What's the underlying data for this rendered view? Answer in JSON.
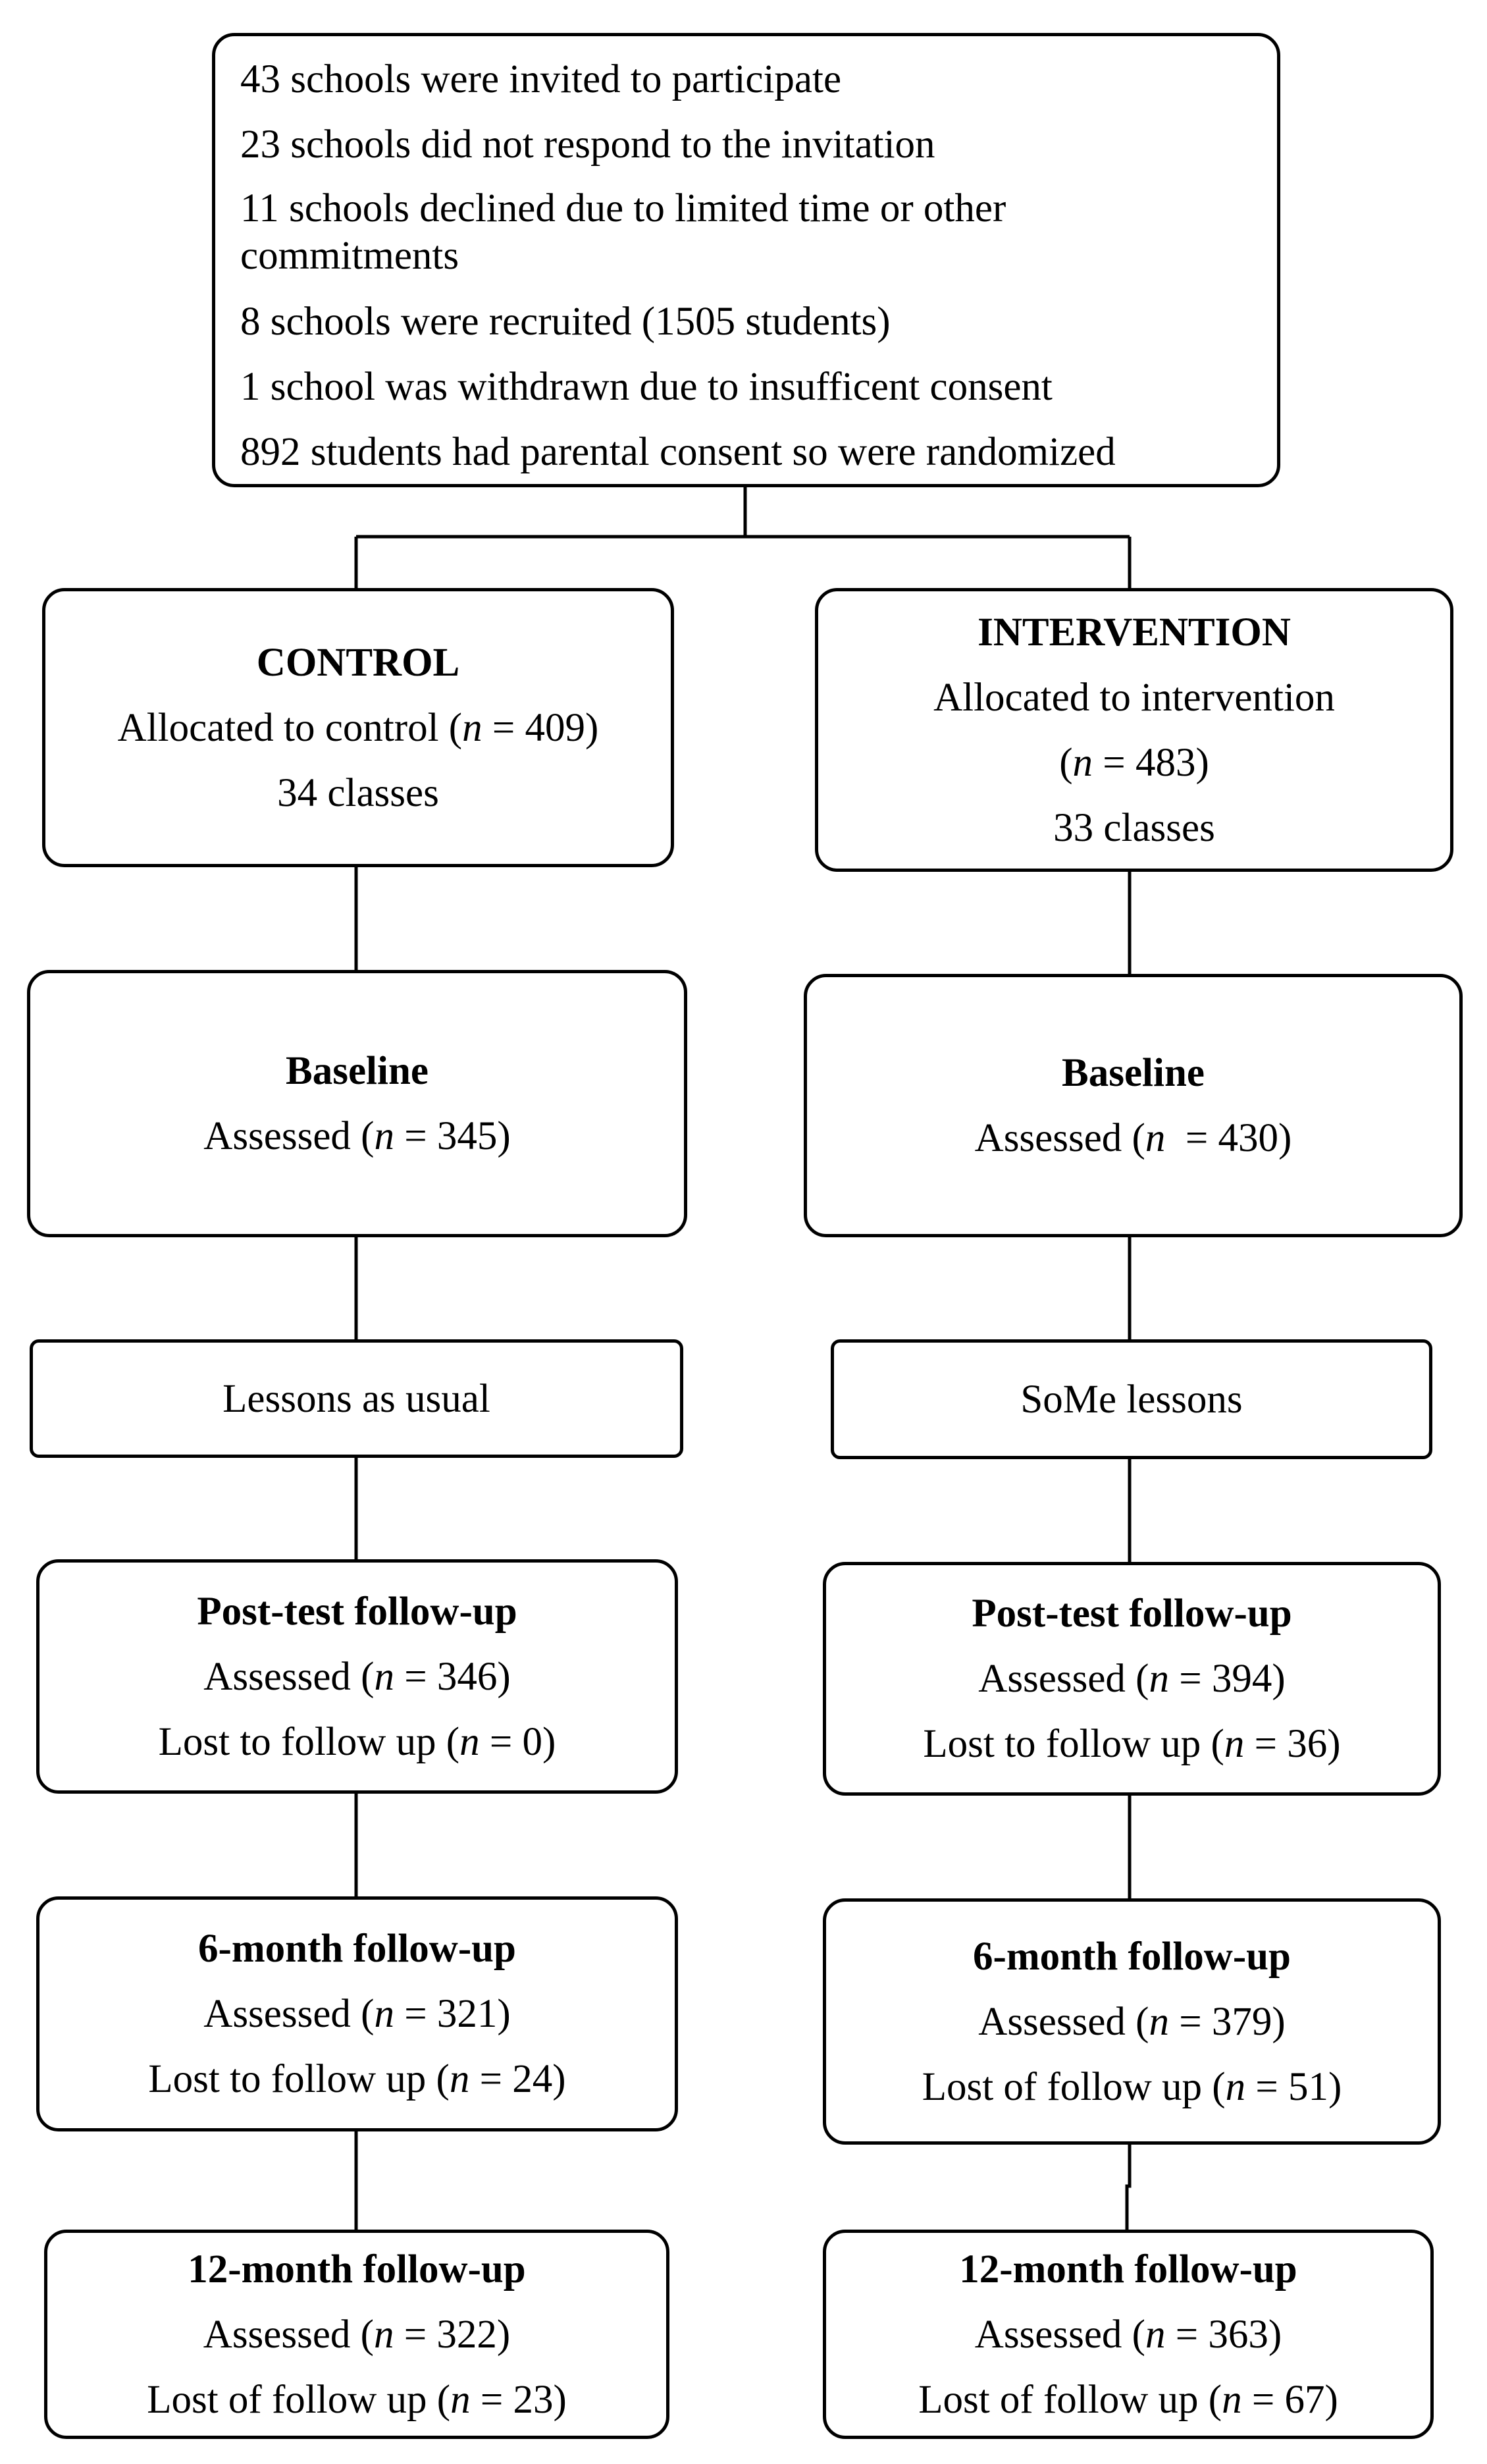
{
  "recruitment": {
    "line1": "43 schools were invited to participate",
    "line2": "23 schools did not respond to the invitation",
    "line3a": "11 schools declined due to limited time or other",
    "line3b": "commitments",
    "line4": "8 schools were recruited (1505 students)",
    "line5": "1 school was withdrawn due to insufficent consent",
    "line6": "892 students had parental consent so were randomized"
  },
  "control": {
    "allocation": {
      "title": "CONTROL",
      "alloc_pre": "Allocated to control (",
      "n": "n",
      "alloc_post": " = 409)",
      "classes": "34 classes"
    },
    "baseline": {
      "title": "Baseline",
      "pre": "Assessed (",
      "n": "n",
      "post": " = 345)"
    },
    "lessons": "Lessons as usual",
    "posttest": {
      "title": "Post-test follow-up",
      "assessed_pre": "Assessed (",
      "n": "n",
      "assessed_post": " = 346)",
      "lost_pre": "Lost to follow up (",
      "lost_post": " = 0)"
    },
    "month6": {
      "title": "6-month follow-up",
      "assessed_pre": "Assessed (",
      "n": "n",
      "assessed_post": " = 321)",
      "lost_pre": "Lost to follow up (",
      "lost_post": " = 24)"
    },
    "month12": {
      "title": "12-month follow-up",
      "assessed_pre": "Assessed (",
      "n": "n",
      "assessed_post": " = 322)",
      "lost_pre": "Lost of follow up (",
      "lost_post": " = 23)"
    }
  },
  "intervention": {
    "allocation": {
      "title": "INTERVENTION",
      "alloc": "Allocated to intervention",
      "n_pre": "(",
      "n": "n",
      "n_post": " = 483)",
      "classes": "33 classes"
    },
    "baseline": {
      "title": "Baseline",
      "pre": "Assessed (",
      "n": "n",
      "post": "  = 430)"
    },
    "lessons": "SoMe lessons",
    "posttest": {
      "title": "Post-test follow-up",
      "assessed_pre": "Assessed (",
      "n": "n",
      "assessed_post": " = 394)",
      "lost_pre": "Lost to follow up (",
      "lost_post": " = 36)"
    },
    "month6": {
      "title": "6-month follow-up",
      "assessed_pre": "Assessed (",
      "n": "n",
      "assessed_post": " = 379)",
      "lost_pre": "Lost of follow up (",
      "lost_post": " = 51)"
    },
    "month12": {
      "title": "12-month follow-up",
      "assessed_pre": "Assessed (",
      "n": "n",
      "assessed_post": " = 363)",
      "lost_pre": "Lost of follow up (",
      "lost_post": " = 67)"
    }
  }
}
